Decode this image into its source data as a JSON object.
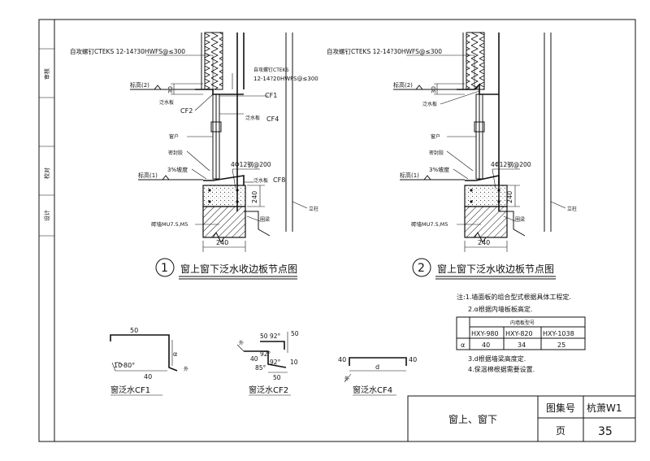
{
  "side_labels": [
    "审核",
    "校对",
    "设计"
  ],
  "detail_left": {
    "lbl_top1": "自攻螺钉CTEKS  12-14?30HWFS@≤300",
    "lbl_top2a": "自攻螺钉CTEKS",
    "lbl_top2b": "12-14?20HWFS@≤300",
    "elev2": "标高(2)",
    "dim30": "30",
    "fl1": "泛水板",
    "cf1": "CF1",
    "cf2": "CF2",
    "fl2": "泛水板",
    "cf4": "CF4",
    "window": "窗户",
    "sealant": "密封胶",
    "slope": "3%坡度",
    "elev1": "标高(1)",
    "rebar": "4Φ12钢@200",
    "fl3": "泛水板",
    "cf8": "CF8",
    "dim240v": "240",
    "wall": "砖墙MU7.5,M5",
    "ring": "圈梁",
    "column": "立柱",
    "dim240h": "240",
    "num": "1",
    "title": "窗上窗下泛水收边板节点图"
  },
  "detail_right": {
    "lbl_top1": "自攻螺钉CTEKS  12-14?30HWFS@≤300",
    "elev2": "标高(2)",
    "dim30": "30",
    "fl1": "泛水板",
    "window": "窗户",
    "sealant": "密封胶",
    "slope": "3%坡度",
    "elev1": "标高(1)",
    "rebar": "4Φ12钢@200",
    "dim240v": "240",
    "wall": "砖墙MU7.5,M5",
    "ring": "圈梁",
    "column": "立柱",
    "dim240h": "240",
    "num": "2",
    "title": "窗上窗下泛水收边板节点图"
  },
  "notes": {
    "n1": "注:1.墙面板的组合型式根据具体工程定.",
    "n2": "2.α根据内墙板板高定.",
    "table_header": "内墙板型号",
    "col1": "HXY-980",
    "col2": "HXY-820",
    "col3": "HXY-1038",
    "row_label": "α",
    "v1": "40",
    "v2": "34",
    "v3": "25",
    "n3": "3.d根据墙梁高度定.",
    "n4": "4.保温棉根据需要设置."
  },
  "cf1": {
    "top": "50",
    "left": "10",
    "angle": "80°",
    "alpha": "α",
    "bottom": "40",
    "out": "外",
    "name": "窗泛水CF1"
  },
  "cf2": {
    "d50a": "50",
    "d92a": "92°",
    "d50b": "50",
    "d40": "40",
    "d92b": "92°",
    "d85": "85°",
    "d92c": "92°",
    "d10": "10",
    "d50c": "50",
    "out": "外",
    "name": "窗泛水CF2"
  },
  "cf4": {
    "d40a": "40",
    "d40b": "40",
    "d": "d",
    "out": "外",
    "name": "窗泛水CF4"
  },
  "title_block": {
    "name": "窗上、窗下",
    "atlas_label": "图集号",
    "atlas_value": "杭萧W1",
    "page_label": "页",
    "page_value": "35"
  }
}
